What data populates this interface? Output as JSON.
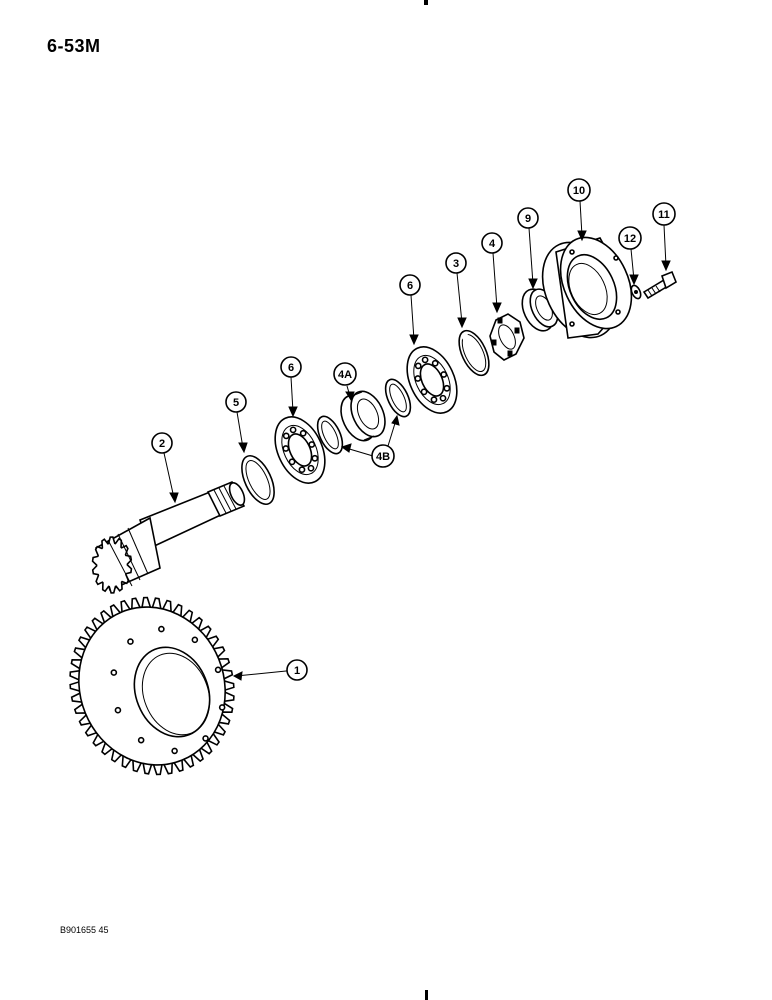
{
  "page_number": "6-53M",
  "figure_code": "B901655 45",
  "callouts": {
    "c1": "1",
    "c2": "2",
    "c3": "3",
    "c4": "4",
    "c4a": "4A",
    "c4b": "4B",
    "c5": "5",
    "c6a": "6",
    "c6b": "6",
    "c9": "9",
    "c10": "10",
    "c11": "11",
    "c12": "12"
  }
}
